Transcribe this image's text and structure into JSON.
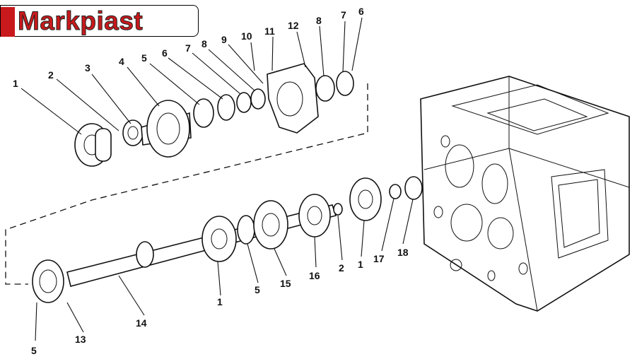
{
  "logo": {
    "text": "Markpiast",
    "brand_color": "#c8191c"
  },
  "diagram": {
    "labels": [
      "1",
      "2",
      "3",
      "4",
      "5",
      "6",
      "7",
      "8",
      "9",
      "10",
      "11",
      "12",
      "8",
      "7",
      "6",
      "1",
      "5",
      "15",
      "16",
      "2",
      "1",
      "17",
      "18",
      "14",
      "13",
      "5"
    ]
  }
}
